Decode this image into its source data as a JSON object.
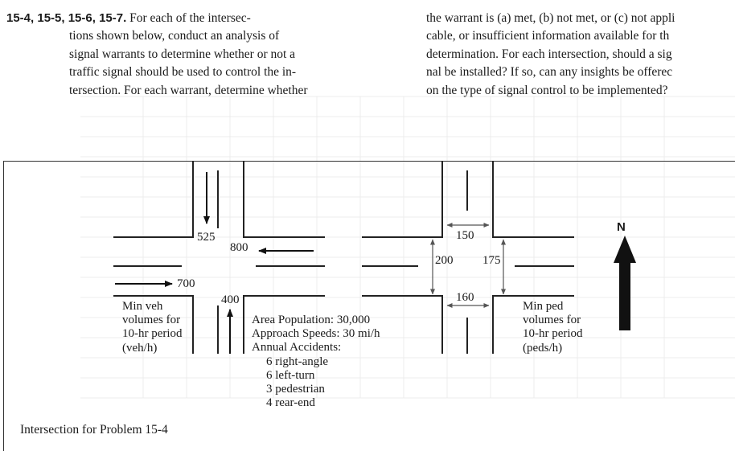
{
  "problem": {
    "numbers": "15-4, 15-5, 15-6, 15-7.",
    "col1_line1": "For each of the intersec-",
    "col1_lines": [
      "tions shown below, conduct an analysis of",
      "signal warrants to determine whether or not a",
      "traffic signal should be used to control the in-",
      "tersection. For each warrant, determine whether"
    ],
    "col2_lines": [
      "the warrant is (a) met, (b) not met, or (c) not appli",
      "cable, or insufficient information available for th",
      "determination. For each intersection, should a sig",
      "nal be installed? If so, can any insights be offerec",
      "on the type of signal control to be implemented?"
    ]
  },
  "diagram": {
    "veh": {
      "southbound": "525",
      "westbound": "800",
      "eastbound": "700",
      "northbound": "400",
      "caption_lines": [
        "Min veh",
        "volumes for",
        "10-hr period",
        "(veh/h)"
      ]
    },
    "info": {
      "lines": [
        "Area Population: 30,000",
        "Approach Speeds: 30 mi/h",
        "Annual Accidents:"
      ],
      "accidents": [
        "6 right-angle",
        "6 left-turn",
        "3 pedestrian",
        "4 rear-end"
      ]
    },
    "ped": {
      "north": "150",
      "west": "200",
      "east": "175",
      "south": "160",
      "caption_lines": [
        "Min ped",
        "volumes for",
        "10-hr period",
        "(peds/h)"
      ]
    },
    "north_label": "N"
  },
  "caption": "Intersection for Problem 15-4"
}
